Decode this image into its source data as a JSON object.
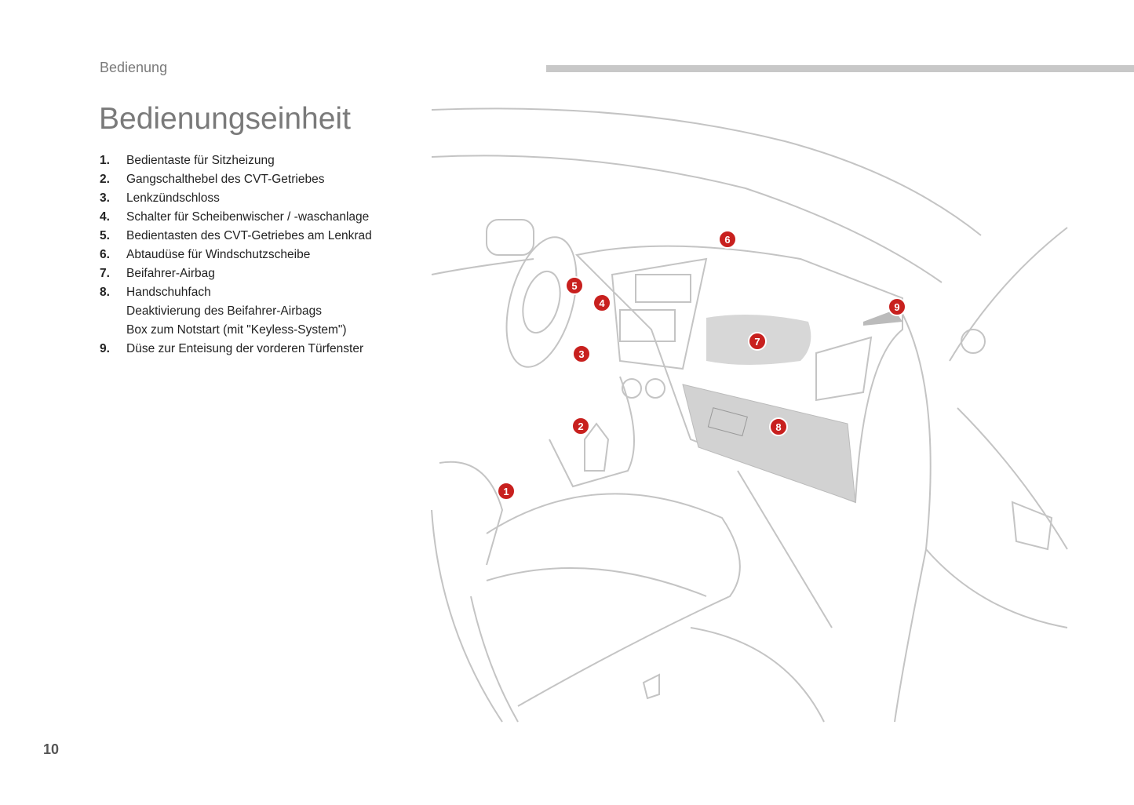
{
  "header": {
    "section": "Bedienung"
  },
  "title": "Bedienungseinheit",
  "items": [
    {
      "num": "1.",
      "text": "Bedientaste für Sitzheizung"
    },
    {
      "num": "2.",
      "text": "Gangschalthebel des CVT-Getriebes"
    },
    {
      "num": "3.",
      "text": "Lenkzündschloss"
    },
    {
      "num": "4.",
      "text": "Schalter für Scheibenwischer / -waschanlage"
    },
    {
      "num": "5.",
      "text": "Bedientasten des CVT-Getriebes am Lenkrad"
    },
    {
      "num": "6.",
      "text": "Abtaudüse für Windschutzscheibe"
    },
    {
      "num": "7.",
      "text": "Beifahrer-Airbag"
    },
    {
      "num": "8.",
      "text": "Handschuhfach"
    },
    {
      "num": "",
      "text": "Deaktivierung des Beifahrer-Airbags"
    },
    {
      "num": "",
      "text": "Box zum Notstart (mit \"Keyless-System\")"
    },
    {
      "num": "9.",
      "text": "Düse zur Enteisung der vorderen Türfenster"
    }
  ],
  "markers": [
    "1",
    "2",
    "3",
    "4",
    "5",
    "6",
    "7",
    "8",
    "9"
  ],
  "page_number": "10",
  "colors": {
    "marker": "#c8201e",
    "text_gray": "#7a7a7a",
    "rule": "#c8c8c8"
  }
}
